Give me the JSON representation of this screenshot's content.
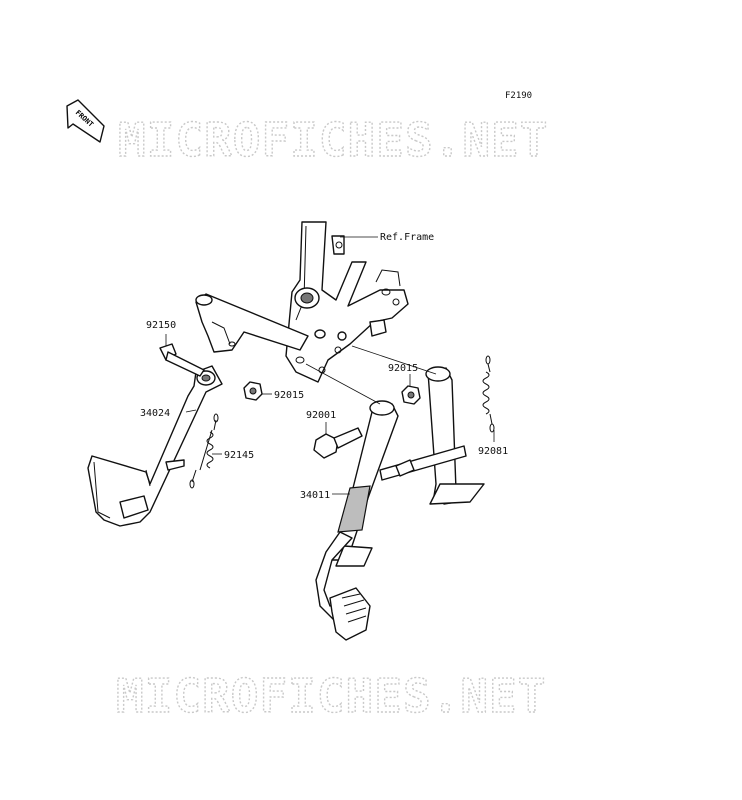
{
  "diagram": {
    "code": "F2190",
    "front_label": "FRONT",
    "watermark_top": "MICROFICHES.NET",
    "watermark_bottom": "MICROFICHES.NET",
    "ref_frame": "Ref.Frame",
    "parts": {
      "p92150": "92150",
      "p34024": "34024",
      "p92015a": "92015",
      "p92145": "92145",
      "p92015b": "92015",
      "p92001": "92001",
      "p92081": "92081",
      "p34011": "34011"
    }
  }
}
